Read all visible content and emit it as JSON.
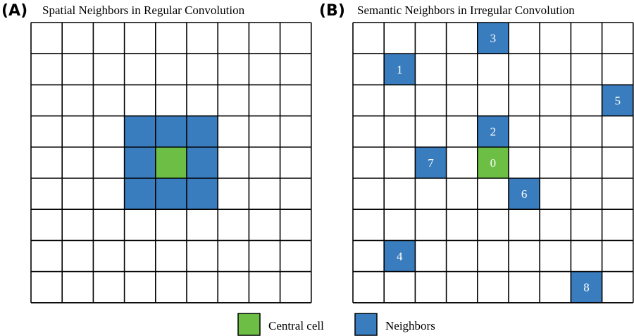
{
  "colors": {
    "central": "#6DBE45",
    "neighbor": "#3A7DBF",
    "grid_line": "#000000",
    "empty": "#FFFFFF"
  },
  "panel_a": {
    "letter": "(A)",
    "title": "Spatial Neighbors in Regular Convolution",
    "grid_rows": 9,
    "grid_cols": 9,
    "cells": [
      {
        "row": 3,
        "col": 3,
        "type": "neighbor",
        "label": ""
      },
      {
        "row": 3,
        "col": 4,
        "type": "neighbor",
        "label": ""
      },
      {
        "row": 3,
        "col": 5,
        "type": "neighbor",
        "label": ""
      },
      {
        "row": 4,
        "col": 3,
        "type": "neighbor",
        "label": ""
      },
      {
        "row": 4,
        "col": 4,
        "type": "central",
        "label": ""
      },
      {
        "row": 4,
        "col": 5,
        "type": "neighbor",
        "label": ""
      },
      {
        "row": 5,
        "col": 3,
        "type": "neighbor",
        "label": ""
      },
      {
        "row": 5,
        "col": 4,
        "type": "neighbor",
        "label": ""
      },
      {
        "row": 5,
        "col": 5,
        "type": "neighbor",
        "label": ""
      }
    ]
  },
  "panel_b": {
    "letter": "(B)",
    "title": "Semantic Neighbors in Irregular Convolution",
    "grid_rows": 9,
    "grid_cols": 9,
    "cells": [
      {
        "row": 0,
        "col": 4,
        "type": "neighbor",
        "label": "3"
      },
      {
        "row": 1,
        "col": 1,
        "type": "neighbor",
        "label": "1"
      },
      {
        "row": 2,
        "col": 8,
        "type": "neighbor",
        "label": "5"
      },
      {
        "row": 3,
        "col": 4,
        "type": "neighbor",
        "label": "2"
      },
      {
        "row": 4,
        "col": 2,
        "type": "neighbor",
        "label": "7"
      },
      {
        "row": 4,
        "col": 4,
        "type": "central",
        "label": "0"
      },
      {
        "row": 5,
        "col": 5,
        "type": "neighbor",
        "label": "6"
      },
      {
        "row": 7,
        "col": 1,
        "type": "neighbor",
        "label": "4"
      },
      {
        "row": 8,
        "col": 7,
        "type": "neighbor",
        "label": "8"
      }
    ]
  },
  "legend": [
    {
      "type": "central",
      "label": "Central cell"
    },
    {
      "type": "neighbor",
      "label": "Neighbors"
    }
  ]
}
